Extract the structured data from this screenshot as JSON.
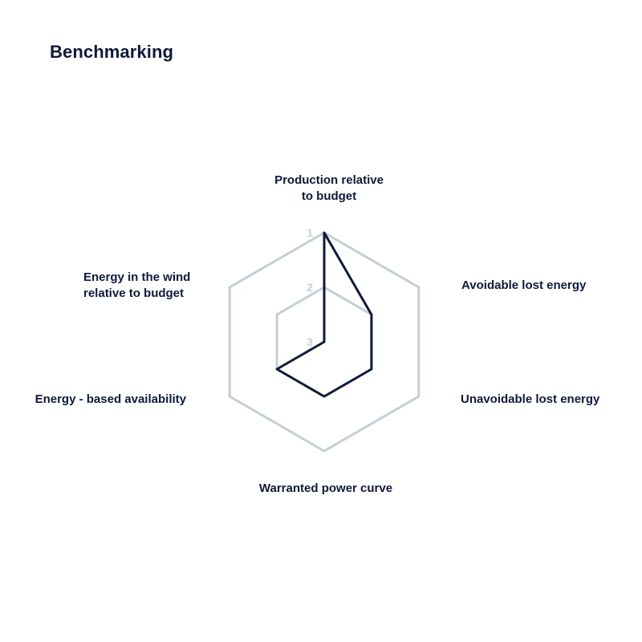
{
  "header": {
    "title": "Benchmarking"
  },
  "chart_data": {
    "type": "radar",
    "title": "Benchmarking",
    "axes": [
      "Production relative to budget",
      "Avoidable lost energy",
      "Unavoidable lost energy",
      "Warranted power curve",
      "Energy - based availability",
      "Energy in the wind relative to budget"
    ],
    "axis_label_lines": [
      [
        "Production relative",
        "to budget"
      ],
      [
        "Avoidable lost energy"
      ],
      [
        "Unavoidable lost energy"
      ],
      [
        "Warranted power curve"
      ],
      [
        "Energy - based availability"
      ],
      [
        "Energy in the wind",
        "relative to budget"
      ]
    ],
    "rank_scale": {
      "best": 1,
      "worst": 3,
      "ticks": [
        1,
        2,
        3
      ],
      "reversed": true
    },
    "values": [
      1,
      2,
      2,
      2,
      2,
      3
    ],
    "grid_rings": [
      1,
      2
    ],
    "colors": {
      "series": "#0f1a3a",
      "grid": "#c5ced7",
      "text": "#0f1a3a",
      "ticks": "#c5ced7"
    }
  }
}
